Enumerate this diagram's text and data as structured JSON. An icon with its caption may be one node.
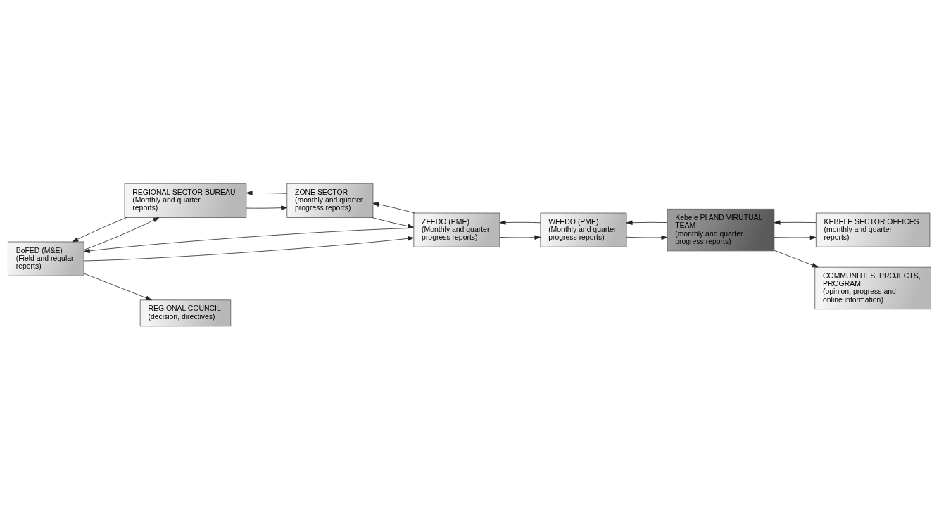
{
  "diagram": {
    "nodes": [
      {
        "text": [
          "REGIONAL COUNCIL",
          "(decision, directives)"
        ]
      },
      {
        "text": [
          "REGIONAL SECTOR BUREAU",
          "(Monthly and quarter reports)"
        ]
      },
      {
        "text": [
          "ZFEDO (PME)",
          "(Monthly and quarter progress reports)"
        ]
      },
      {
        "text": [
          "BoFED (M&E)",
          "(Field and regular reports)"
        ]
      },
      {
        "text": [
          "KEBELE SECTOR OFFICES",
          "(monthly and quarter reports)"
        ]
      },
      {
        "text": [
          "Kebele PI AND VIRUTUAL TEAM",
          "(monthly and quarter progress reports)"
        ]
      },
      {
        "text": [
          "ZONE SECTOR",
          "(monthly and quarter progress reports)"
        ]
      },
      {
        "text": [
          "COMMUNITIES, PROJECTS, PROGRAM",
          "(opinion, progress and online information)"
        ]
      },
      {
        "text": [
          "WFEDO (PME)",
          "(Monthly and quarter progress reports)"
        ]
      }
    ],
    "edges": [
      {
        "from": 3,
        "to": 0,
        "arrow": "to"
      },
      {
        "from": 6,
        "to": 1,
        "arrow": "to"
      },
      {
        "from": 1,
        "to": 6,
        "arrow": "to"
      },
      {
        "from": 3,
        "to": 1,
        "arrow": "to"
      },
      {
        "from": 1,
        "to": 3,
        "arrow": "to"
      },
      {
        "from": 3,
        "to": 2,
        "arrow": "to"
      },
      {
        "from": 2,
        "to": 3,
        "arrow": "to"
      },
      {
        "from": 6,
        "to": 2,
        "arrow": "to"
      },
      {
        "from": 2,
        "to": 6,
        "arrow": "to"
      },
      {
        "from": 2,
        "to": 8,
        "arrow": "to"
      },
      {
        "from": 8,
        "to": 2,
        "arrow": "to"
      },
      {
        "from": 8,
        "to": 5,
        "arrow": "to"
      },
      {
        "from": 5,
        "to": 8,
        "arrow": "to"
      },
      {
        "from": 5,
        "to": 4,
        "arrow": "to"
      },
      {
        "from": 4,
        "to": 5,
        "arrow": "to"
      },
      {
        "from": 5,
        "to": 7,
        "arrow": "to"
      }
    ]
  }
}
